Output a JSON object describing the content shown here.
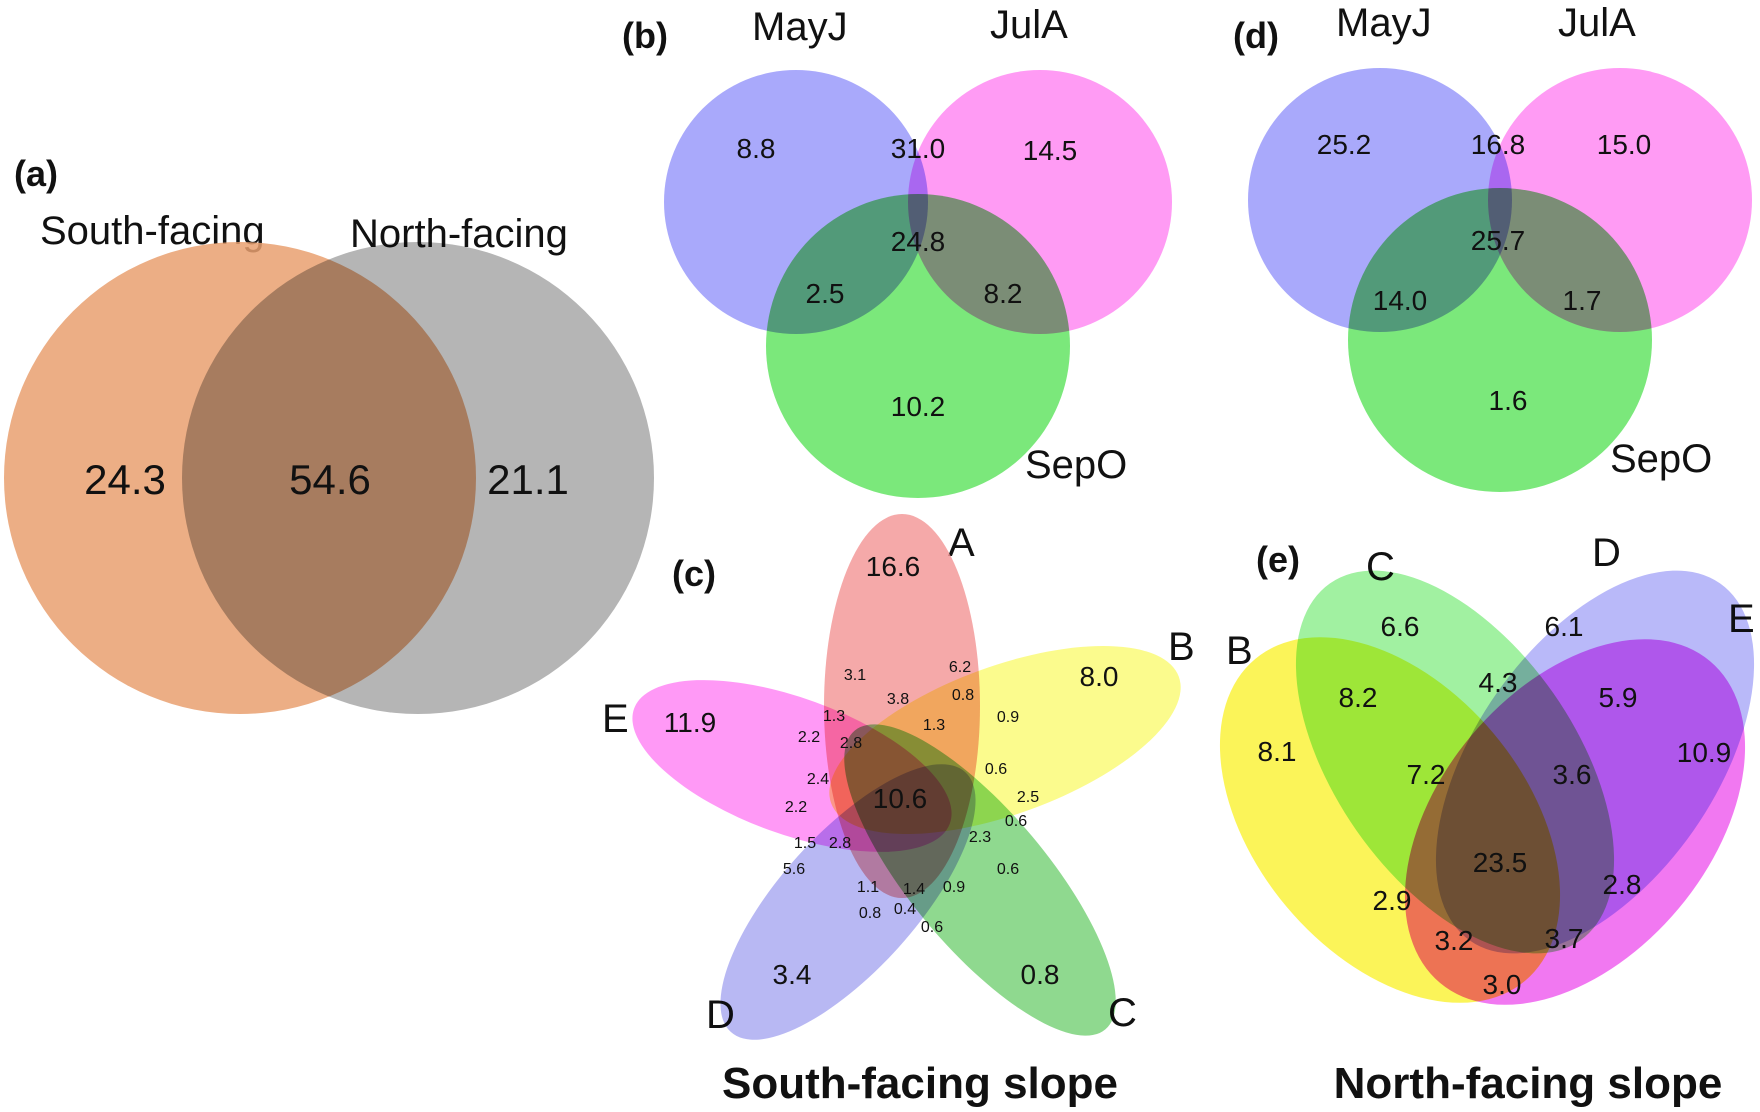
{
  "panel_a": {
    "label": "(a)",
    "set_left": "South-facing",
    "set_right": "North-facing",
    "values": {
      "left_only": "24.3",
      "overlap": "54.6",
      "right_only": "21.1"
    }
  },
  "panel_b": {
    "label": "(b)",
    "sets": {
      "may": "MayJ",
      "jul": "JulA",
      "sep": "SepO"
    },
    "values": {
      "may_only": "8.8",
      "may_jul": "31.0",
      "jul_only": "14.5",
      "center": "24.8",
      "may_sep": "2.5",
      "jul_sep": "8.2",
      "sep_only": "10.2"
    }
  },
  "panel_d": {
    "label": "(d)",
    "sets": {
      "may": "MayJ",
      "jul": "JulA",
      "sep": "SepO"
    },
    "values": {
      "may_only": "25.2",
      "may_jul": "16.8",
      "jul_only": "15.0",
      "center": "25.7",
      "may_sep": "14.0",
      "jul_sep": "1.7",
      "sep_only": "1.6"
    }
  },
  "panel_c": {
    "label": "(c)",
    "sets": {
      "a": "A",
      "b": "B",
      "c": "C",
      "d": "D",
      "e": "E"
    },
    "values": {
      "a_only": "16.6",
      "b_only": "8.0",
      "c_only": "0.8",
      "d_only": "3.4",
      "e_only": "11.9",
      "center": "10.6",
      "r1": "6.2",
      "r2": "0.8",
      "r3": "0.9",
      "r4": "3.1",
      "r5": "3.8",
      "r6": "1.3",
      "r7": "1.3",
      "r8": "2.2",
      "r9": "2.8",
      "r10": "0.6",
      "r11": "2.4",
      "r12": "2.5",
      "r13": "2.2",
      "r14": "0.6",
      "r15": "2.3",
      "r16": "1.5",
      "r17": "2.8",
      "r18": "5.6",
      "r19": "0.6",
      "r20": "1.1",
      "r21": "1.4",
      "r22": "0.9",
      "r23": "0.8",
      "r24": "0.4",
      "r25": "0.6"
    },
    "caption": "South-facing slope"
  },
  "panel_e": {
    "label": "(e)",
    "sets": {
      "b": "B",
      "c": "C",
      "d": "D",
      "e": "E"
    },
    "values": {
      "b_only": "8.1",
      "c_only": "6.6",
      "d_only": "6.1",
      "e_only": "10.9",
      "bc": "8.2",
      "cd": "4.3",
      "de": "5.9",
      "bcd": "7.2",
      "cde": "3.6",
      "center": "23.5",
      "r1": "2.9",
      "r2": "2.8",
      "r3": "3.2",
      "r4": "3.7",
      "r5": "3.0"
    },
    "caption": "North-facing slope"
  },
  "colors": {
    "south": "#E9A070",
    "north": "#A8A8A8",
    "may": "#8C8CFA",
    "jul": "#FF7AF0",
    "sep": "#4FE04F",
    "pent_a": "#F29494",
    "pent_b": "#FAFA70",
    "pent_c": "#6ACC6A",
    "pent_d": "#A6A6F0",
    "pent_e": "#FF80F4",
    "four_b": "#FAF23C",
    "four_c": "#8AEE8A",
    "four_d": "#A8A8F8",
    "four_e": "#EE60EE"
  }
}
